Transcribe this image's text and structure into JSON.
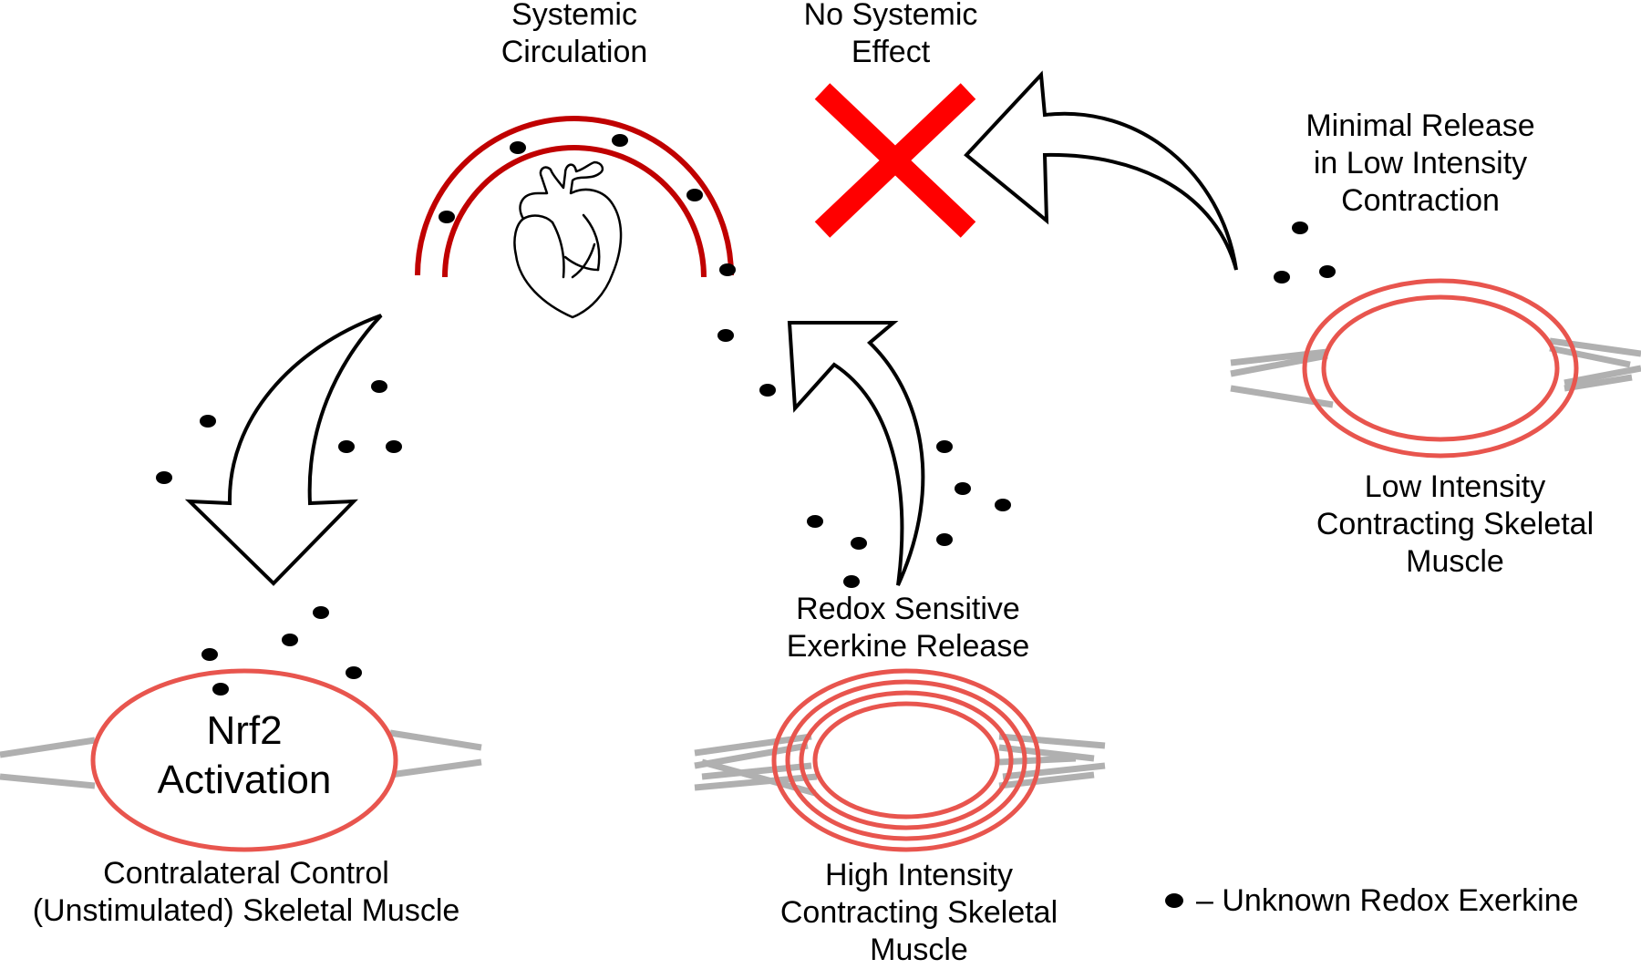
{
  "labels": {
    "systemic_circulation": [
      "Systemic",
      "Circulation"
    ],
    "no_systemic_effect": [
      "No Systemic",
      "Effect"
    ],
    "minimal_release": [
      "Minimal Release",
      "in Low Intensity",
      "Contraction"
    ],
    "low_intensity_muscle": [
      "Low Intensity",
      "Contracting Skeletal",
      "Muscle"
    ],
    "redox_release": [
      "Redox Sensitive",
      "Exerkine Release"
    ],
    "high_intensity_muscle": [
      "High Intensity",
      "Contracting Skeletal",
      "Muscle"
    ],
    "nrf2_activation": [
      "Nrf2",
      "Activation"
    ],
    "contralateral_muscle": [
      "Contralateral Control",
      "(Unstimulated) Skeletal Muscle"
    ]
  },
  "legend": {
    "text": "– Unknown Redox Exerkine"
  },
  "colors": {
    "vessel": "#c00000",
    "muscle": "#e8554e",
    "tendon": "#b0b0b0",
    "cross": "#ff0000",
    "dot": "#000000"
  }
}
